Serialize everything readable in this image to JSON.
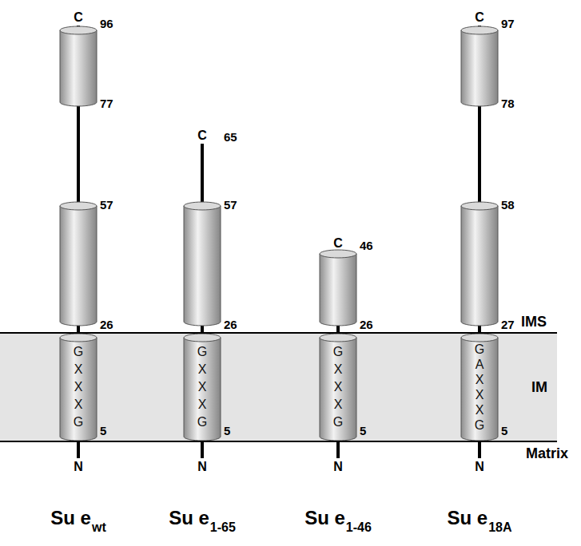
{
  "diagram": {
    "nodes": [
      {
        "text": [
          "IM"
        ]
      },
      {
        "text": [
          "G X X X G"
        ],
        "in": 0
      },
      {
        "text": [
          "G X X X G"
        ],
        "in": 0
      },
      {
        "text": [
          "G X X X G"
        ],
        "in": 0
      },
      {
        "text": [
          "G A X X X G"
        ],
        "in": 0
      }
    ],
    "labels": [
      "C",
      "96",
      "77",
      "57",
      "26",
      "5",
      "N",
      "C",
      "65",
      "57",
      "26",
      "5",
      "N",
      "C",
      "46",
      "26",
      "5",
      "N",
      "C",
      "97",
      "78",
      "58",
      "27",
      "5",
      "N",
      "IMS",
      "Matrix",
      "Su e",
      "wt",
      "Su e",
      "1-65",
      "Su e",
      "1-46",
      "Su e",
      "18A"
    ]
  }
}
